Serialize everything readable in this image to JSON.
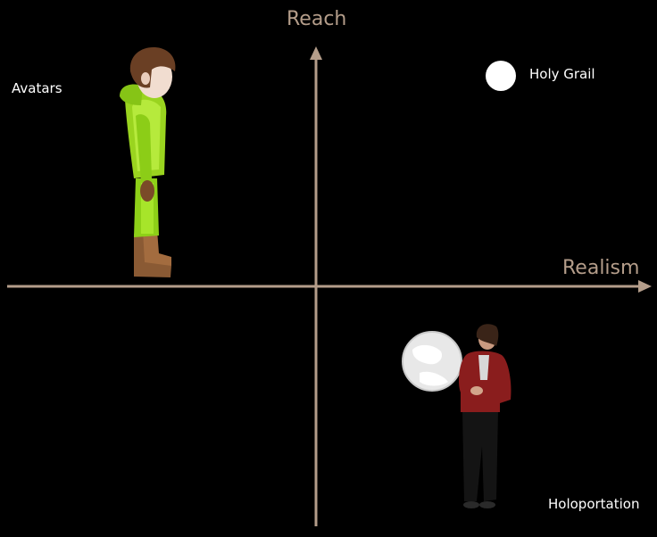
{
  "axes": {
    "vertical_label": "Reach",
    "horizontal_label": "Realism",
    "color": "#b49d8a"
  },
  "quadrants": {
    "top_left_label": "Avatars",
    "top_right_label": "Holy Grail",
    "bottom_right_label": "Holoportation"
  },
  "images": {
    "top_left": "cartoon-avatar-figure",
    "bottom_right": "person-with-globe",
    "top_right": "white-circle"
  }
}
